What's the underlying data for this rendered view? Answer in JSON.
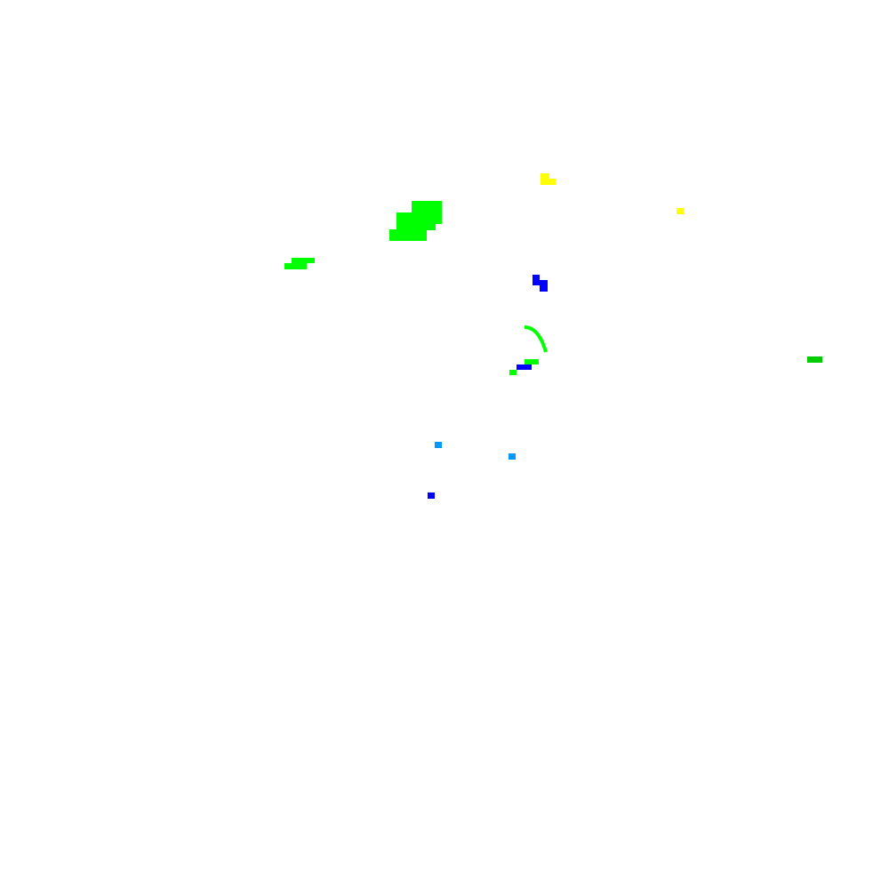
{
  "colors": {
    "background": "#ffffff",
    "bright_green": "#00ff00",
    "yellow": "#ffff00",
    "blue": "#0000ff",
    "light_blue": "#0099ff",
    "dark_green": "#00cc00"
  },
  "blobs": [
    {
      "name": "green-blob-large",
      "color_key": "bright_green"
    },
    {
      "name": "green-blob-left",
      "color_key": "bright_green"
    },
    {
      "name": "yellow-blob-top",
      "color_key": "yellow"
    },
    {
      "name": "yellow-dot-right",
      "color_key": "yellow"
    },
    {
      "name": "blue-blob-middle",
      "color_key": "blue"
    },
    {
      "name": "green-arc",
      "color_key": "bright_green"
    },
    {
      "name": "green-blob-small-1",
      "color_key": "bright_green"
    },
    {
      "name": "blue-bar",
      "color_key": "blue"
    },
    {
      "name": "green-blob-small-2",
      "color_key": "bright_green"
    },
    {
      "name": "dark-green-blob-right",
      "color_key": "dark_green"
    },
    {
      "name": "light-blue-dot-1",
      "color_key": "light_blue"
    },
    {
      "name": "light-blue-dot-2",
      "color_key": "light_blue"
    },
    {
      "name": "blue-dot-bottom",
      "color_key": "blue"
    }
  ]
}
